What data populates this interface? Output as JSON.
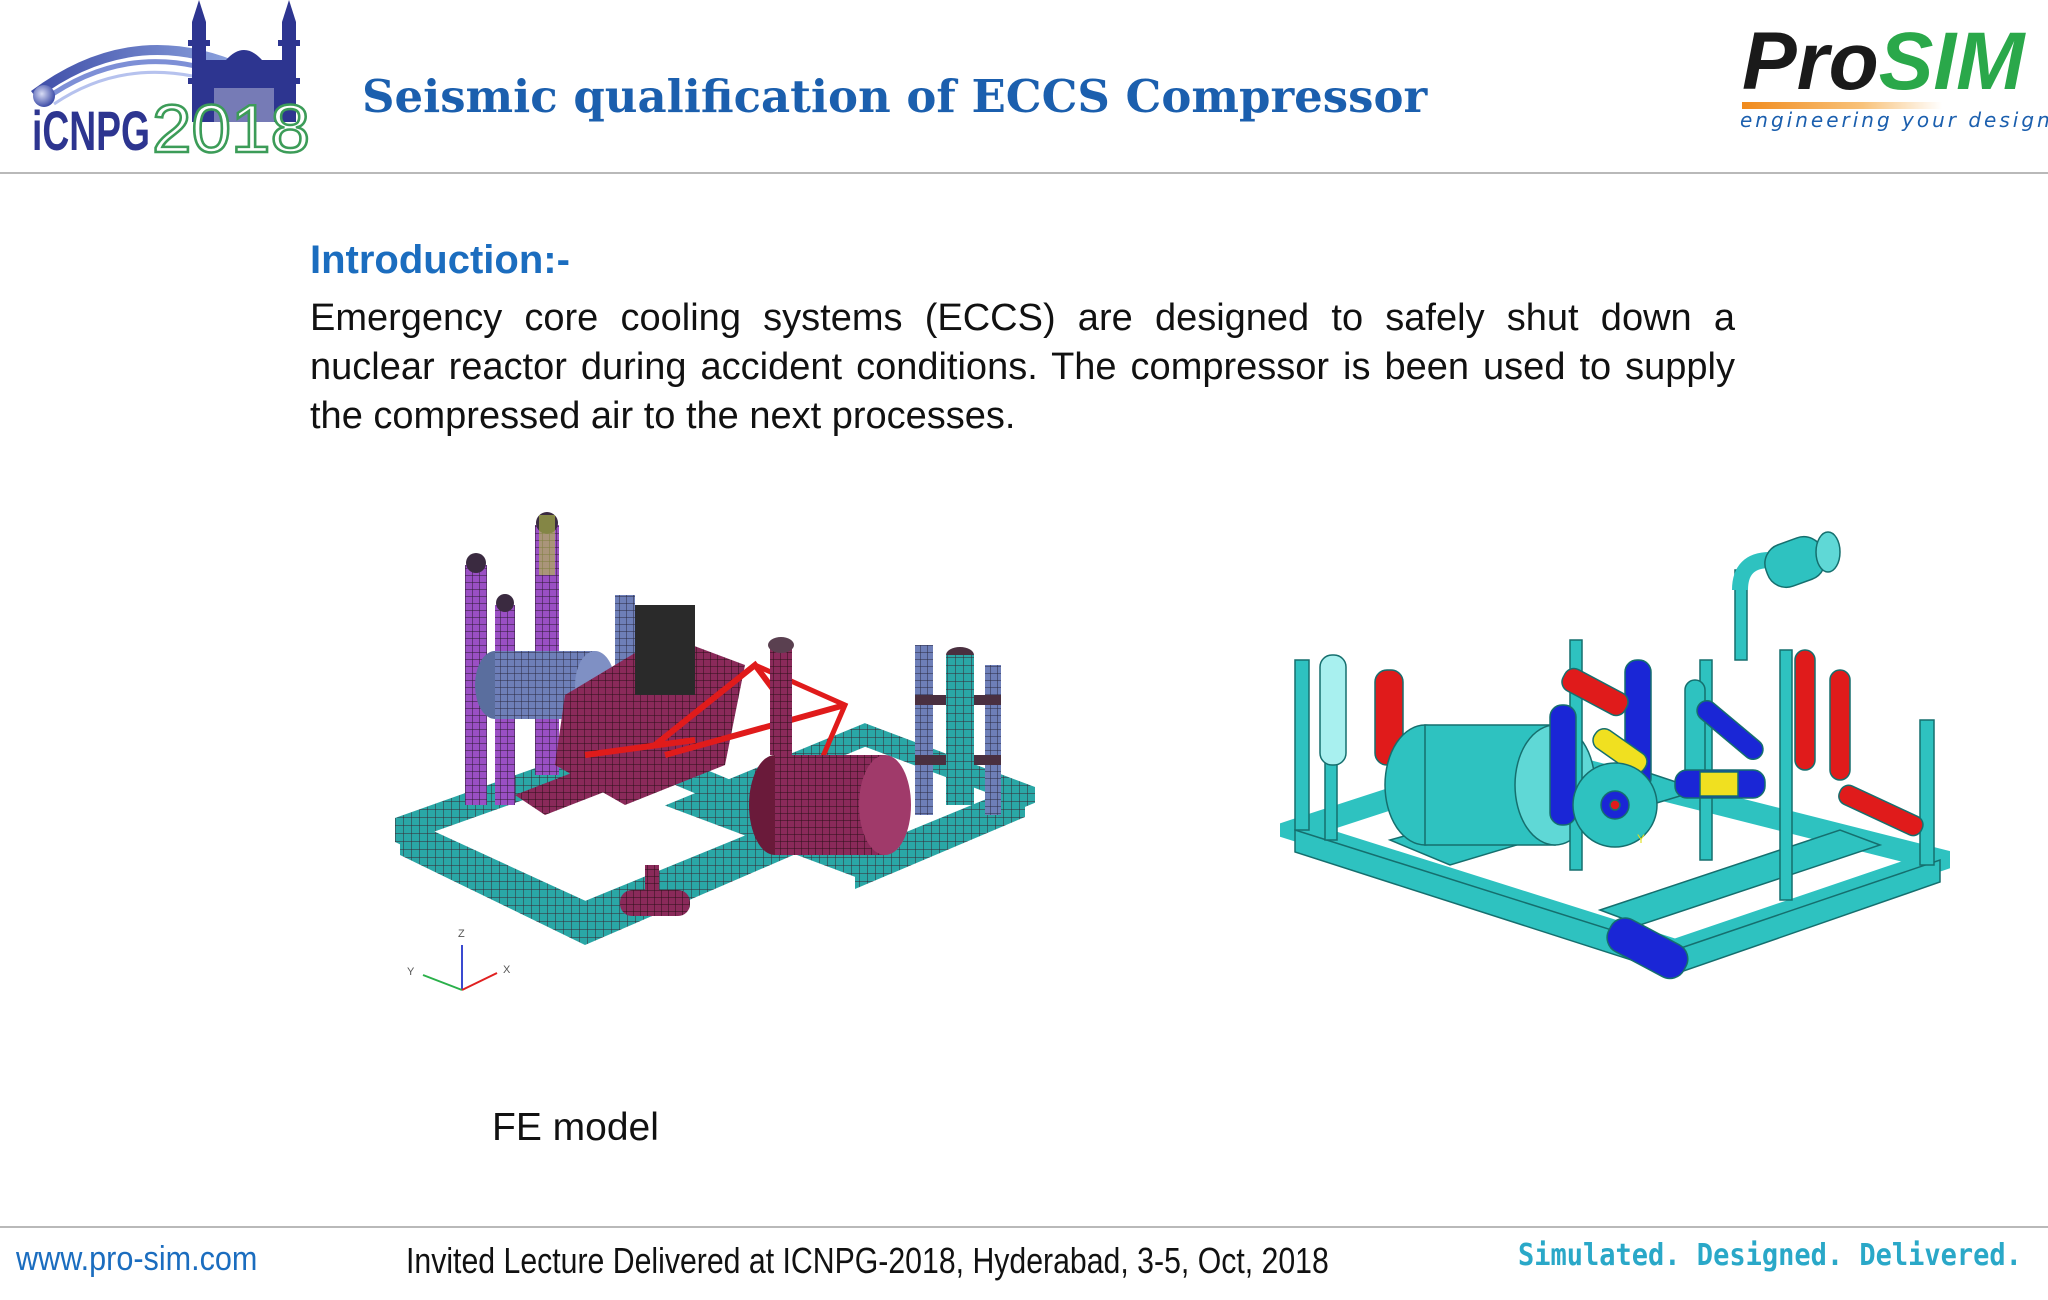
{
  "header": {
    "event_logo_text": "ICNPG2018",
    "title": "Seismic qualification of ECCS Compressor",
    "brand": {
      "name_part1": "Pro",
      "name_part2": "SIM",
      "tagline": "engineering your designs"
    }
  },
  "content": {
    "heading": "Introduction:-",
    "body": "Emergency core cooling systems (ECCS) are designed to safely shut down a nuclear reactor during accident conditions. The compressor is been used to supply the compressed air to the next processes.",
    "figure_left": {
      "caption": "FE model",
      "axis_labels": {
        "z": "Z",
        "y": "Y",
        "x": "X"
      }
    },
    "figure_right": {
      "axis_label_y": "Y"
    }
  },
  "footer": {
    "url": "www.pro-sim.com",
    "lecture": "Invited Lecture Delivered at ICNPG-2018, Hyderabad, 3-5, Oct, 2018",
    "slogan": "Simulated. Designed. Delivered."
  },
  "colors": {
    "title_blue": "#1b5fae",
    "heading_blue": "#1b6dbf",
    "brand_green": "#2aa84a",
    "slogan_teal": "#2aa8c8",
    "mesh_teal": "#2aa7a6",
    "model_teal": "#2ec2c0",
    "accent_red": "#e01b1b",
    "accent_blue": "#1a26d6"
  }
}
